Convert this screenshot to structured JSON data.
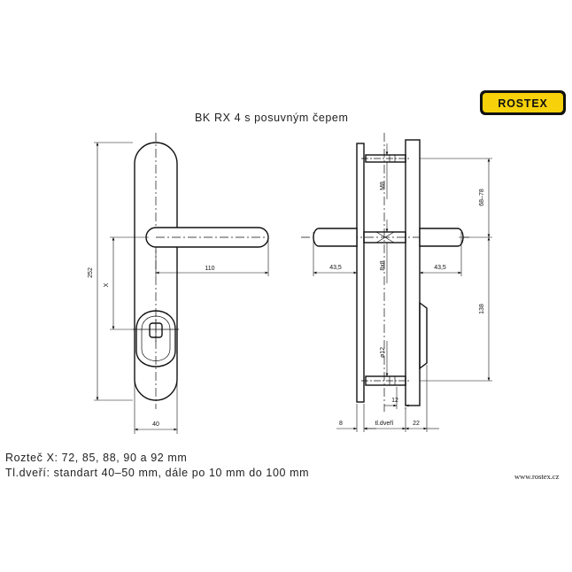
{
  "brand": {
    "name": "ROSTEX",
    "website": "www.rostex.cz",
    "color": "#f7d10a"
  },
  "title": "BK  RX  4  s  posuvným  čepem",
  "front_view": {
    "dim_height": "252",
    "dim_spacing": "X",
    "dim_lever_length": "110",
    "dim_width": "40"
  },
  "side_view": {
    "dim_offset_top": "68–78",
    "dim_offset_bottom": "138",
    "dim_screw_top": "M8",
    "dim_square": "8x8",
    "dim_pin": "ø12",
    "dim_lever_left": "43,5",
    "dim_lever_right": "43,5",
    "dim_pin_offset": "12",
    "dim_left_plate": "8",
    "dim_door": "tl.dveří",
    "dim_right_plate": "22"
  },
  "notes": {
    "line1": "Rozteč  X:  72,  85,  88,  90  a  92  mm",
    "line2": "Tl.dveří:  standart  40–50  mm,  dále  po  10  mm  do  100  mm"
  }
}
